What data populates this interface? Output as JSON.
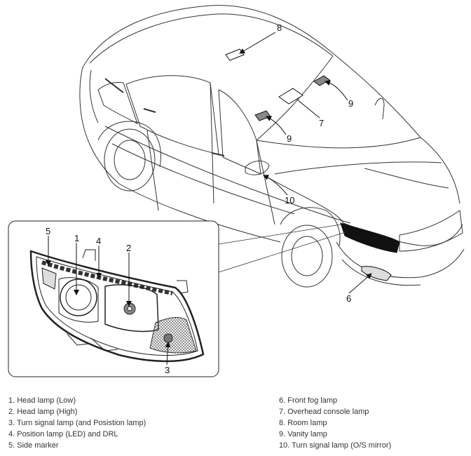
{
  "callouts": [
    "1",
    "2",
    "3",
    "4",
    "5",
    "6",
    "7",
    "8",
    "9",
    "9",
    "10"
  ],
  "legend": {
    "left": [
      "1. Head lamp (Low)",
      "2. Head lamp (High)",
      "3. Turn signal lamp (and Posistion lamp)",
      "4. Position lamp (LED) and DRL",
      "5. Side marker"
    ],
    "right": [
      "6. Front fog lamp",
      "7. Overhead console lamp",
      "8. Room lamp",
      "9. Vanity lamp",
      "10. Turn signal lamp (O/S mirror)"
    ]
  }
}
